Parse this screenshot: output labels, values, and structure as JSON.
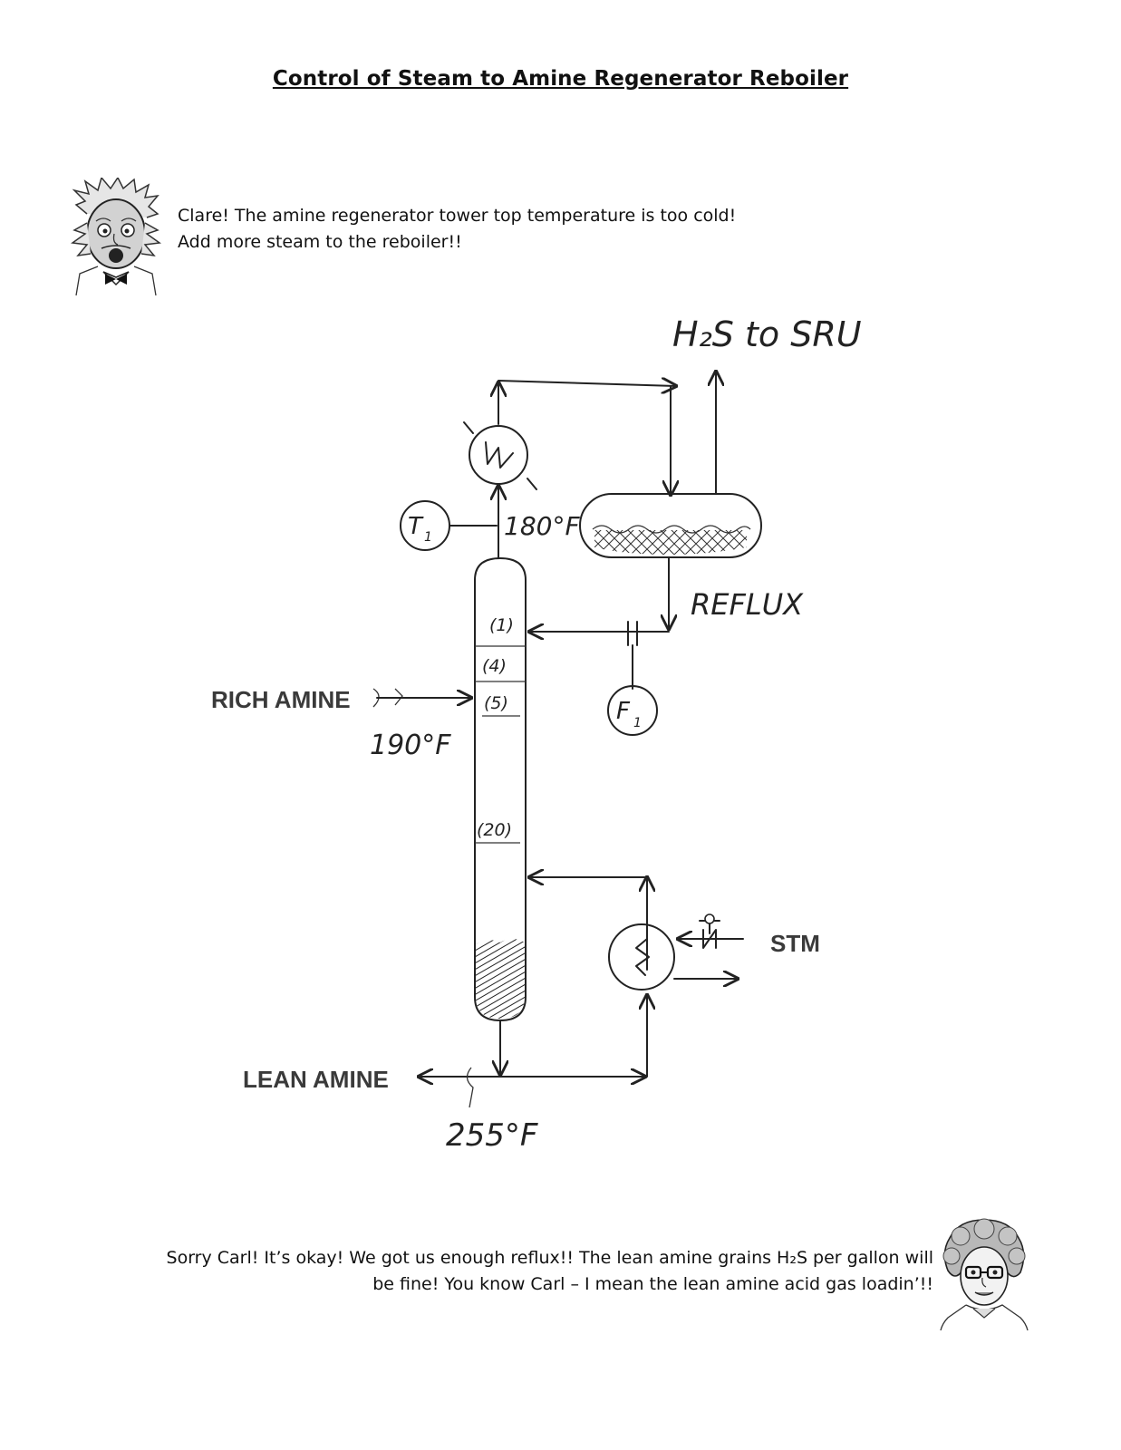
{
  "title": "Control of Steam to Amine Regenerator Reboiler",
  "speech": {
    "carl_line1": "Clare! The amine regenerator tower top temperature is too cold!",
    "carl_line2": "Add more steam to the reboiler!!",
    "clare_line1": "Sorry Carl! It’s okay! We got us enough reflux!! The lean amine grains H₂S per gallon will",
    "clare_line2": "be fine! You know Carl – I mean the lean amine acid gas loadin’!!"
  },
  "labels": {
    "h2s_to_sru": "H₂S to SRU",
    "top_temp": "180°F",
    "t1": "T",
    "t1_sub": "1",
    "f1": "F",
    "f1_sub": "1",
    "reflux": "REFLUX",
    "rich_amine": "RICH AMINE",
    "rich_temp": "190°F",
    "lean_amine": "LEAN AMINE",
    "lean_temp": "255°F",
    "stm": "STM",
    "tray_1": "(1)",
    "tray_4": "(4)",
    "tray_5": "(5)",
    "tray_20": "(20)"
  },
  "icons": {
    "carl": "einstein-cartoon-avatar",
    "clare": "grandma-cartoon-avatar"
  }
}
